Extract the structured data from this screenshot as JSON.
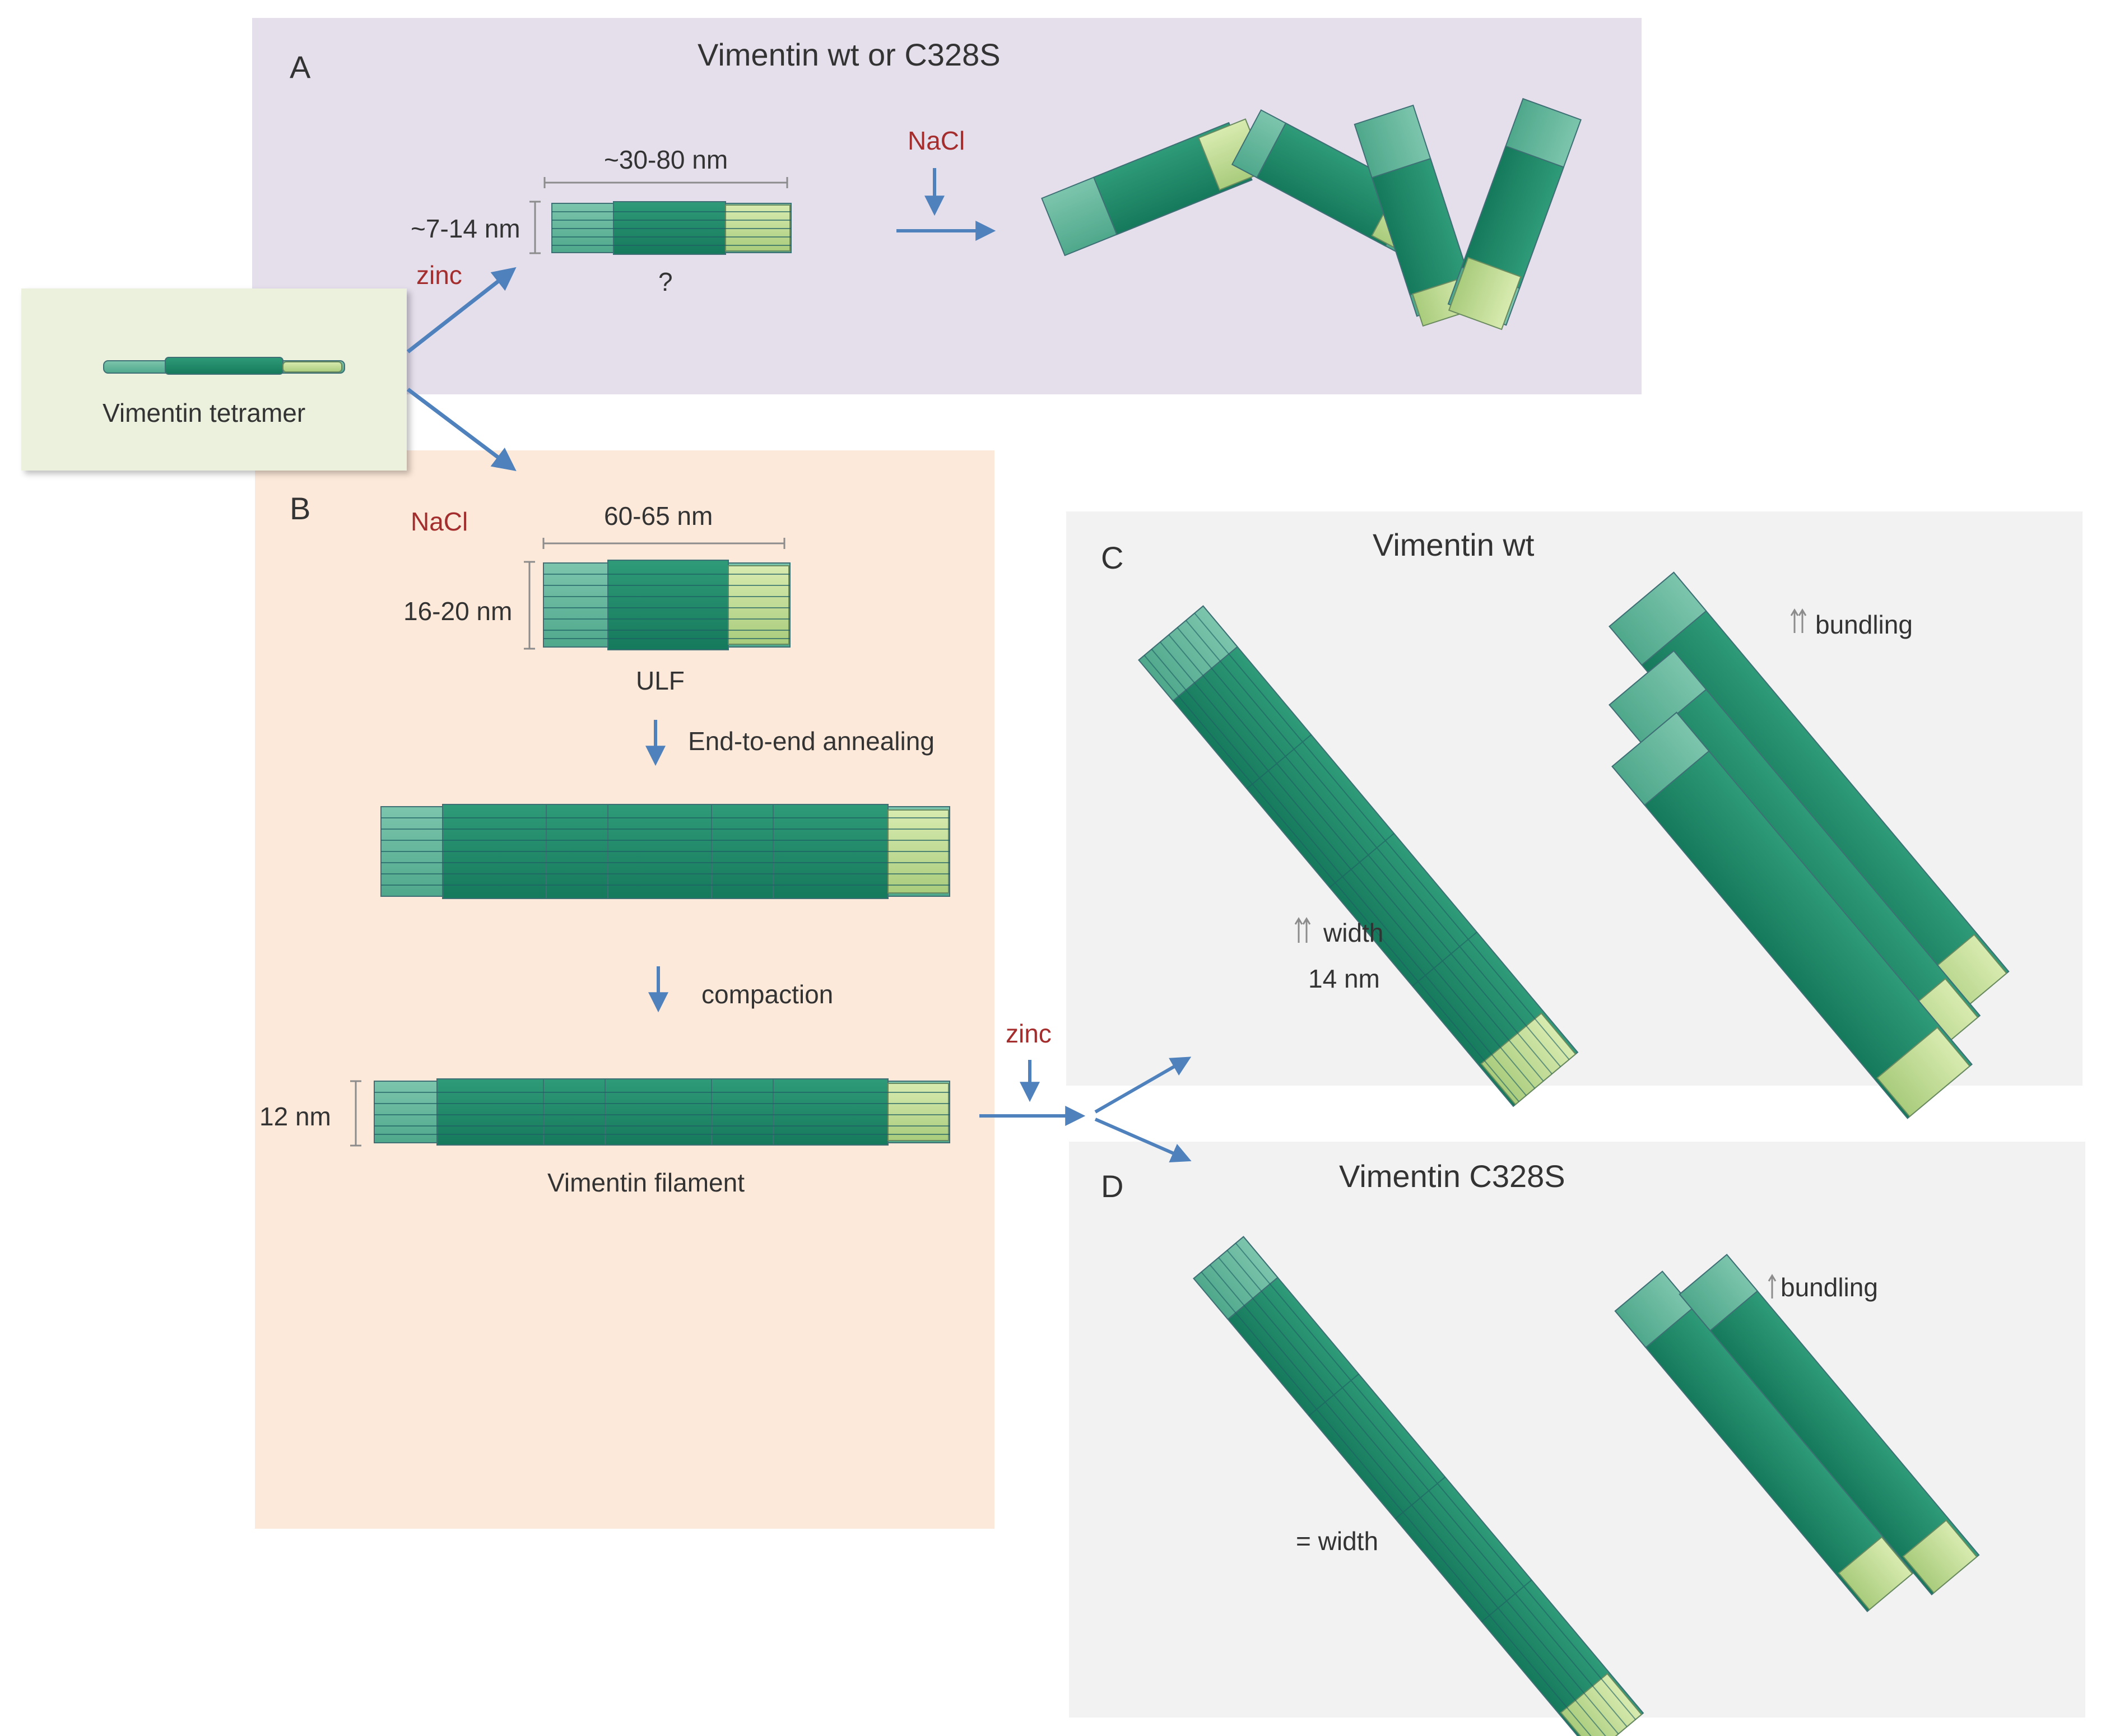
{
  "panel_a": {
    "letter": "A",
    "title": "Vimentin wt or C328S",
    "length_label": "~30-80 nm",
    "width_label": "~7-14 nm",
    "unknown_label": "?",
    "salt_label": "NaCl"
  },
  "tetramer": {
    "label": "Vimentin tetramer"
  },
  "zinc_label_a": "zinc",
  "panel_b": {
    "letter": "B",
    "salt_label": "NaCl",
    "ulf_length_label": "60-65 nm",
    "ulf_width_label": "16-20 nm",
    "ulf_label": "ULF",
    "annealing_label": "End-to-end annealing",
    "compaction_label": "compaction",
    "filament_width_label": "12 nm",
    "filament_label": "Vimentin filament"
  },
  "zinc_label_b": "zinc",
  "panel_c": {
    "letter": "C",
    "title": "Vimentin wt",
    "width_label": "width",
    "width_value": "14 nm",
    "bundling_label": "bundling"
  },
  "panel_d": {
    "letter": "D",
    "title": "Vimentin C328S",
    "width_label": "= width",
    "bundling_label": "bundling"
  },
  "colors": {
    "panel_a_bg": "#e5dfec",
    "tetramer_bg": "#ebf1dd",
    "panel_b_bg": "#fde9d9",
    "panel_cd_bg": "#f2f2f2",
    "arrow": "#4f81bd",
    "salt_text": "#a42d2d",
    "filament_core": "#1f8a6a",
    "filament_head": "#5fb59a",
    "filament_tail": "#c3dc96"
  }
}
